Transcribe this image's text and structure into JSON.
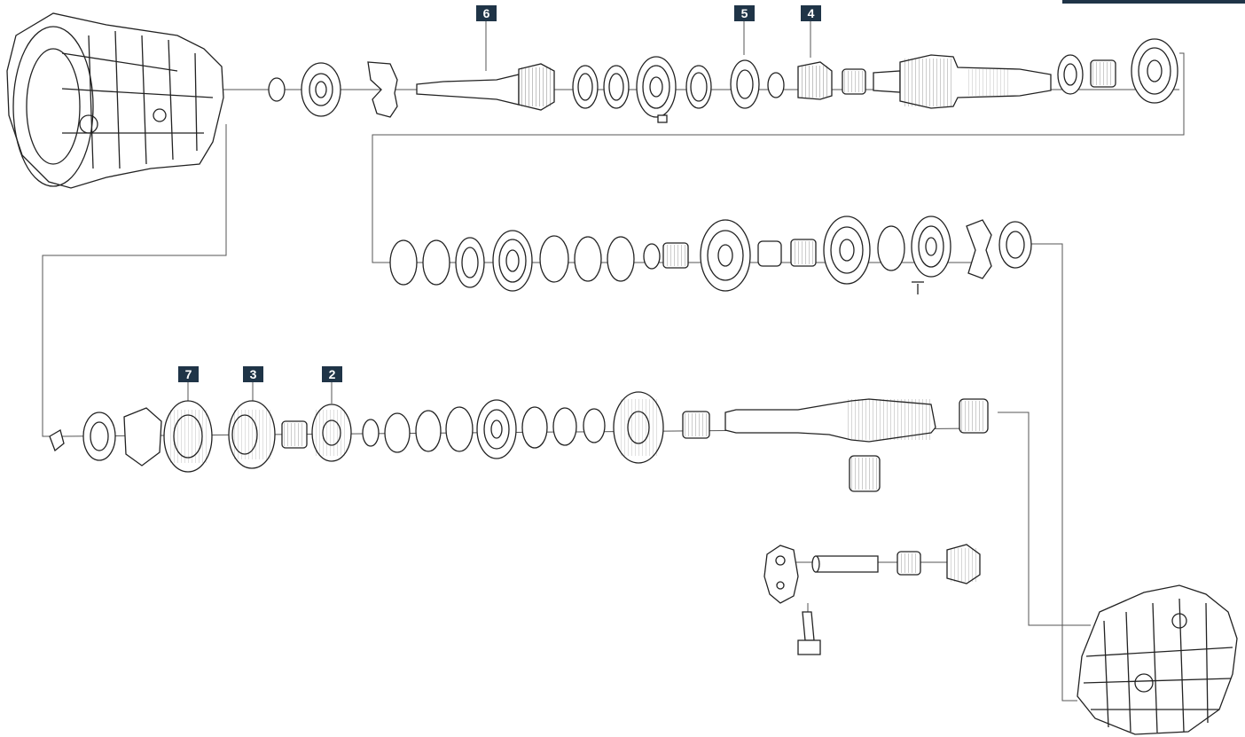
{
  "diagram": {
    "callouts": [
      {
        "id": "callout-6",
        "label": "6"
      },
      {
        "id": "callout-5",
        "label": "5"
      },
      {
        "id": "callout-4",
        "label": "4"
      },
      {
        "id": "callout-7",
        "label": "7"
      },
      {
        "id": "callout-3",
        "label": "3"
      },
      {
        "id": "callout-2",
        "label": "2"
      }
    ],
    "colors": {
      "callout_bg": "#1f3447",
      "callout_text": "#ffffff",
      "line": "#555555"
    }
  }
}
